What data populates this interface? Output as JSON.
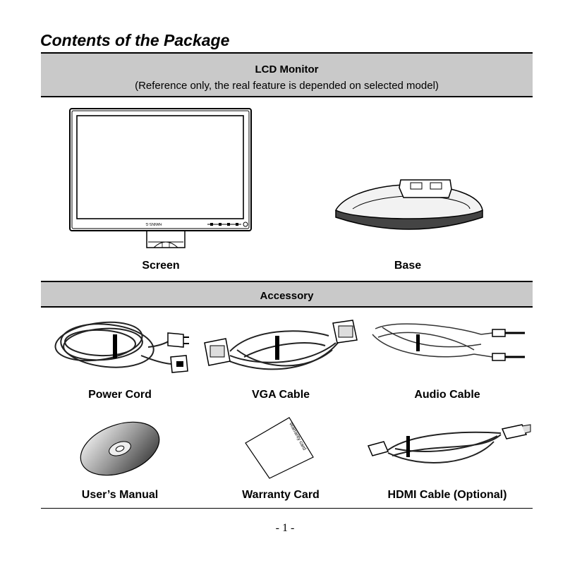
{
  "page_title": "Contents of the Package",
  "lcd_section": {
    "title": "LCD Monitor",
    "subtitle": "(Reference only, the real feature is depended on selected model)",
    "items": [
      {
        "label": "Screen",
        "icon": "monitor-screen-icon"
      },
      {
        "label": "Base",
        "icon": "monitor-base-icon"
      }
    ]
  },
  "accessory_section": {
    "title": "Accessory",
    "items": [
      {
        "label": "Power Cord",
        "icon": "power-cord-icon"
      },
      {
        "label": "VGA Cable",
        "icon": "vga-cable-icon"
      },
      {
        "label": "Audio Cable",
        "icon": "audio-cable-icon"
      },
      {
        "label": "User’s Manual",
        "icon": "cd-disc-icon"
      },
      {
        "label": "Warranty Card",
        "icon": "warranty-card-icon",
        "card_text": "Warranty card"
      },
      {
        "label": "HDMI Cable (Optional)",
        "icon": "hdmi-cable-icon"
      }
    ]
  },
  "monitor_brand": "HANNS·G",
  "page_number": "- 1 -"
}
